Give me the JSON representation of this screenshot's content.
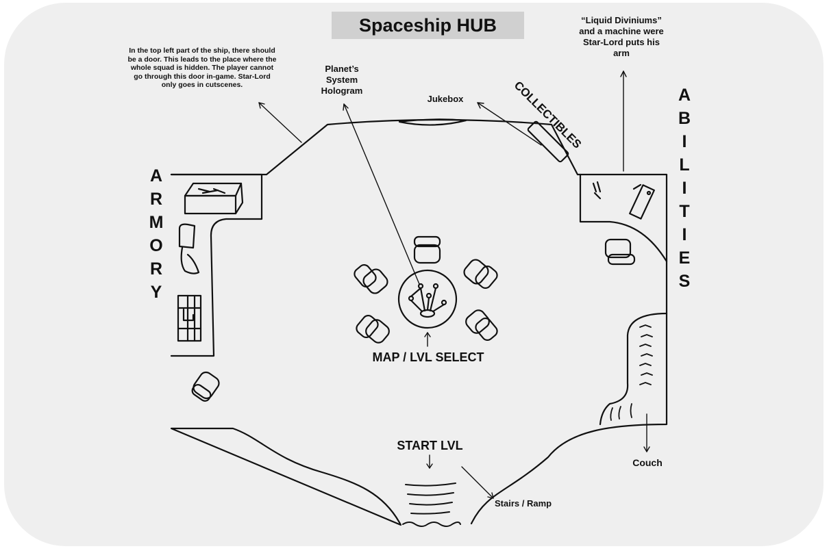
{
  "title": "Spaceship HUB",
  "labels": {
    "door_note": "In the top left part of the ship, there should be a door. This leads to the place where the whole squad is hidden.  The player cannot go through this door in-game. Star-Lord only goes in cutscenes.",
    "hologram": "Planet’s System Hologram",
    "jukebox": "Jukebox",
    "collectibles": "COLLECTIBLES",
    "liquid": "“Liquid Diviniums” and a machine were Star-Lord puts his arm",
    "armory": "ARMORY",
    "abilities": "ABILITIES",
    "map_select": "MAP / LVL SELECT",
    "start_lvl": "START LVL",
    "stairs": "Stairs / Ramp",
    "couch": "Couch"
  },
  "colors": {
    "background": "#efefef",
    "title_box": "#d0d0d0",
    "line": "#111111"
  }
}
